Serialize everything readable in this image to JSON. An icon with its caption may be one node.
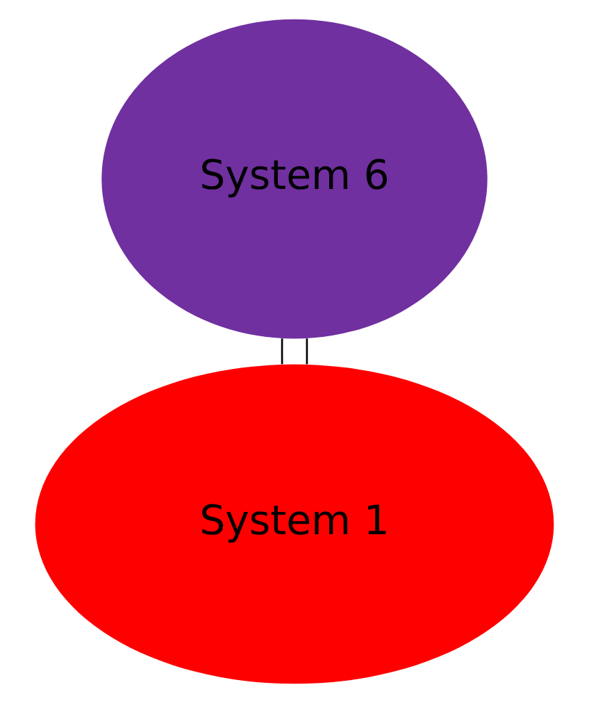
{
  "diagram": {
    "nodes": [
      {
        "text": [
          "System 6"
        ]
      },
      {
        "text": [
          "System 1"
        ]
      }
    ],
    "edges": [
      {
        "from": 0,
        "to": 1,
        "arrow": "none"
      },
      {
        "from": 0,
        "to": 1,
        "arrow": "none"
      }
    ]
  }
}
